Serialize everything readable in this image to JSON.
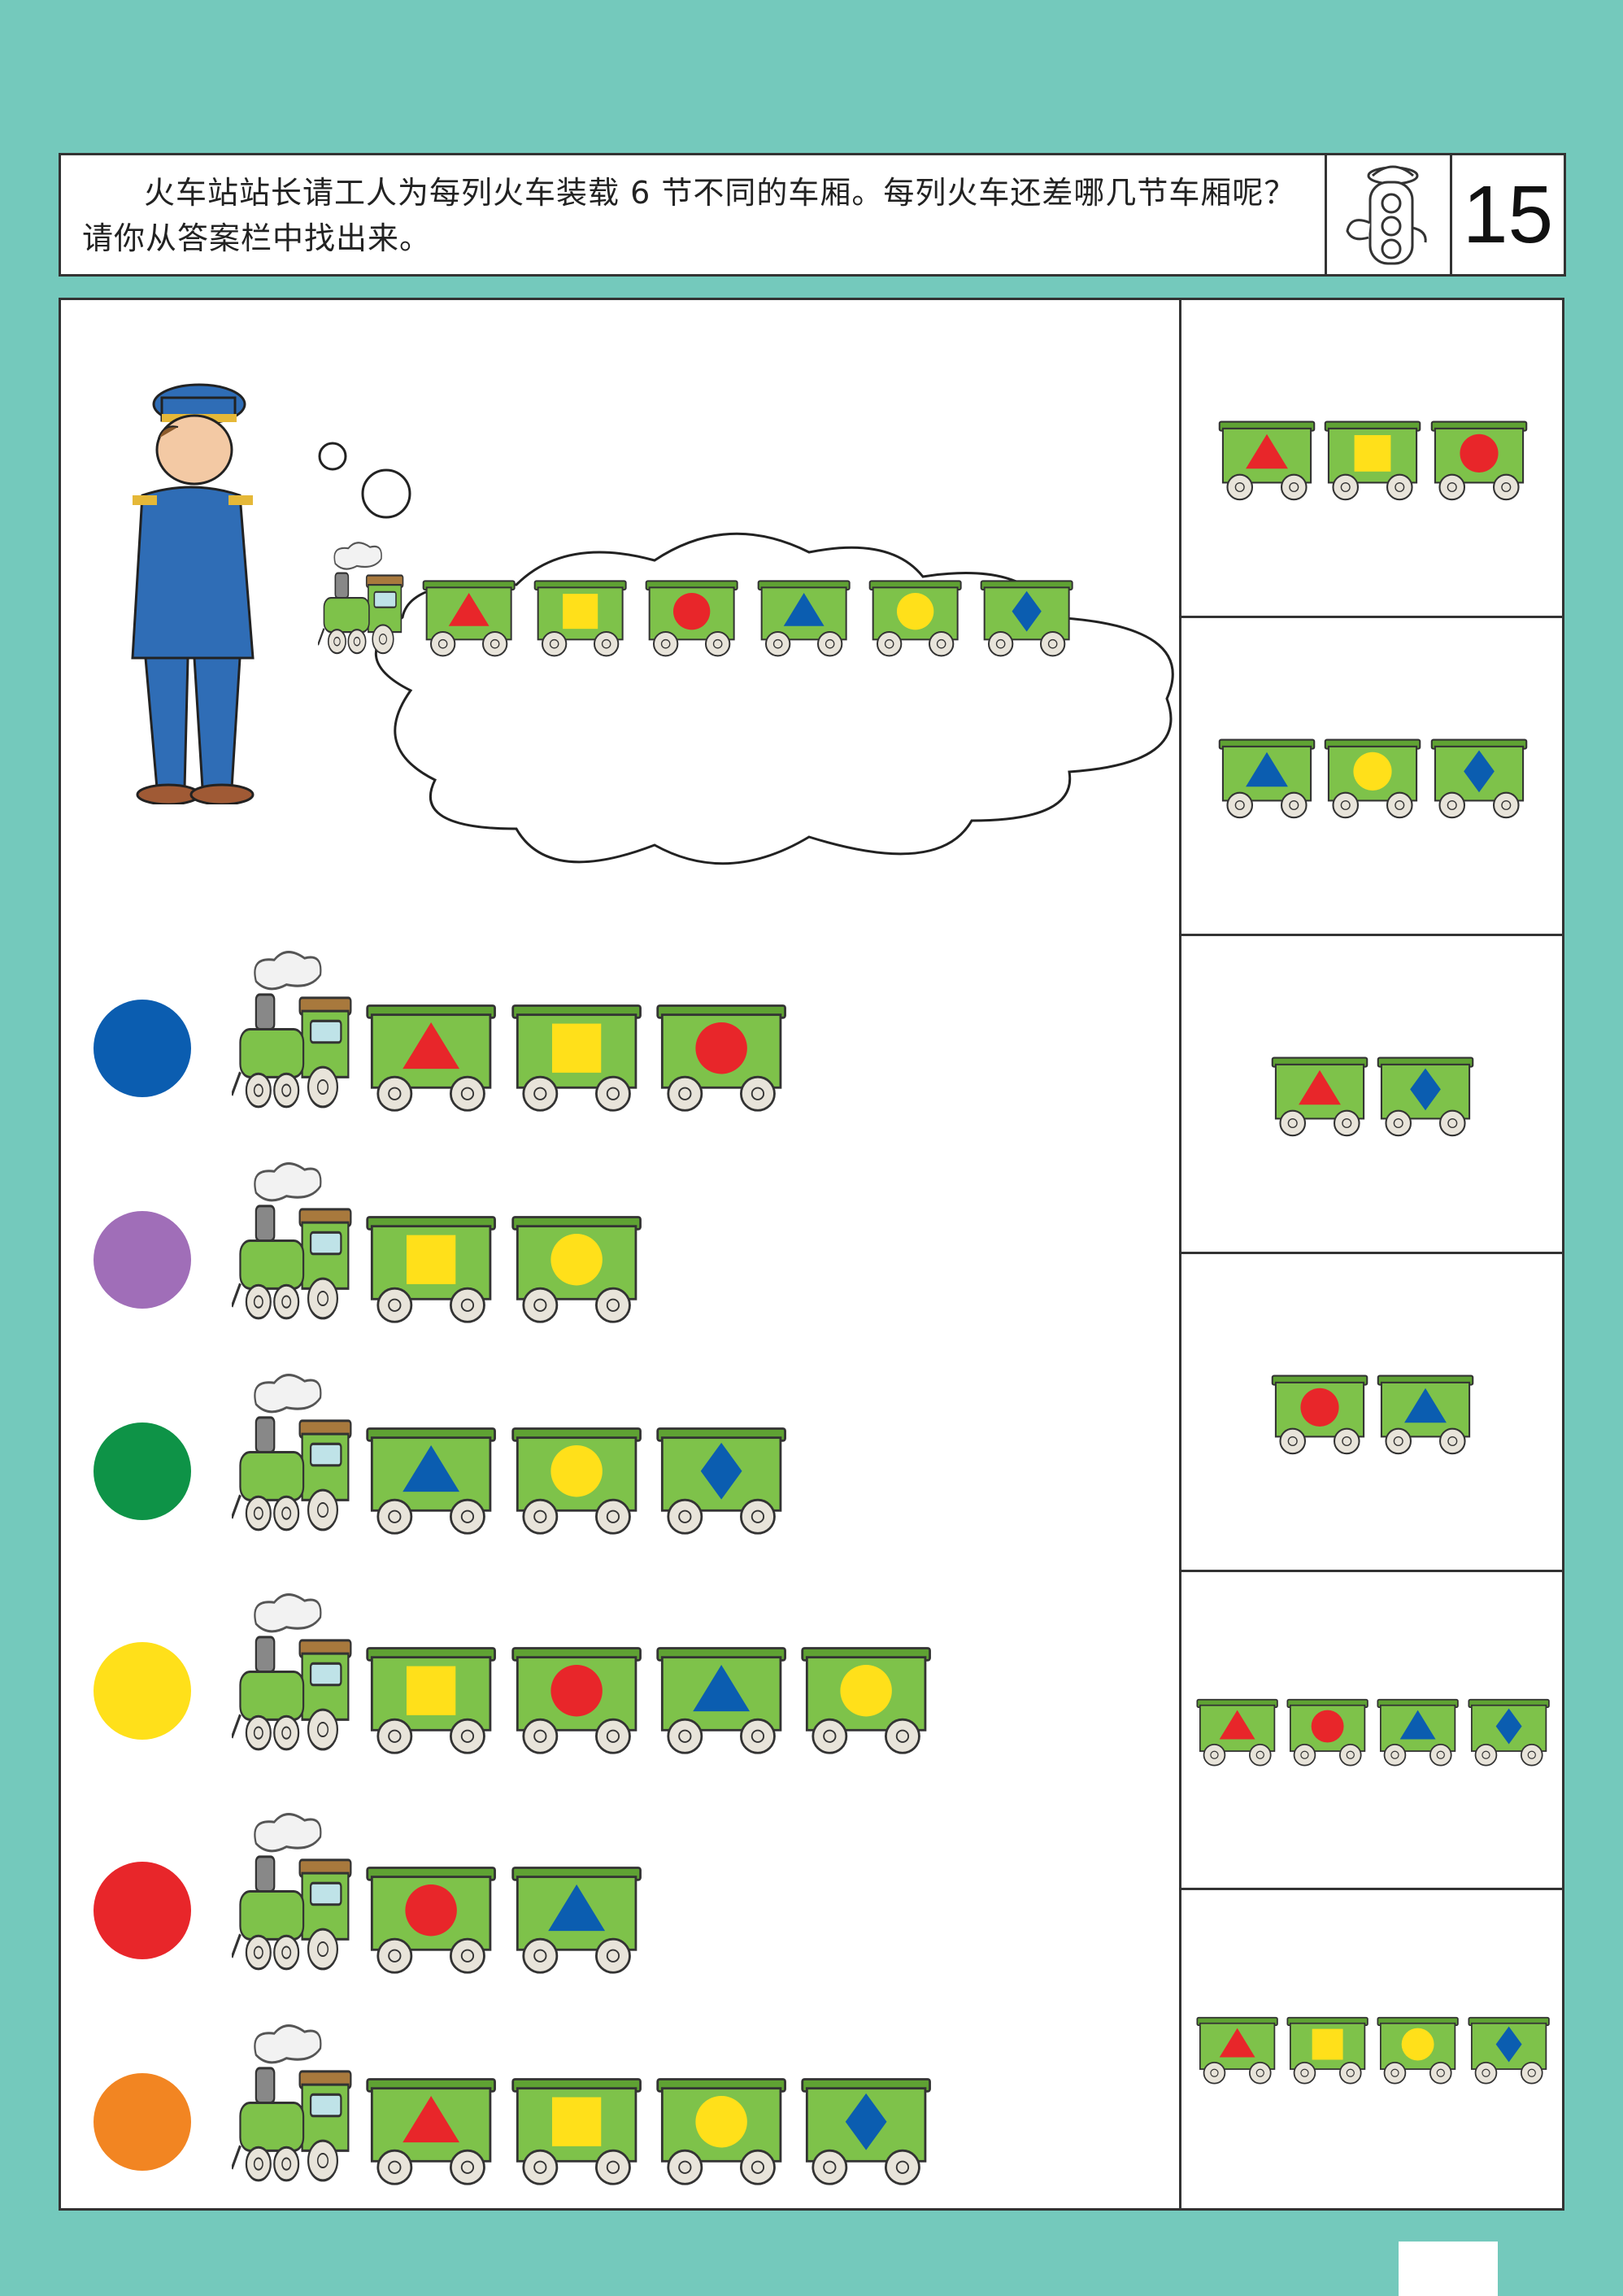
{
  "header": {
    "instruction": "火车站站长请工人为每列火车装载 6 节不同的车厢。每列火车还差哪几节车厢呢？请你从答案栏中找出来。",
    "page_number": "15",
    "icon": "traffic-light-mascot-icon"
  },
  "colors": {
    "background": "#74C9BC",
    "car_green": "#7EC24A",
    "red": "#E8262A",
    "yellow": "#FFE01A",
    "blue": "#0B5DB0"
  },
  "illustration": {
    "stationmaster": "stationmaster-icon",
    "thought_train": [
      "triangle-red",
      "square-yellow",
      "circle-red",
      "triangle-blue",
      "circle-yellow",
      "diamond-blue"
    ]
  },
  "trains": [
    {
      "dot_color": "#0B5DB0",
      "cars": [
        "triangle-red",
        "square-yellow",
        "circle-red"
      ]
    },
    {
      "dot_color": "#A06EB8",
      "cars": [
        "square-yellow",
        "circle-yellow"
      ]
    },
    {
      "dot_color": "#0E9347",
      "cars": [
        "triangle-blue",
        "circle-yellow",
        "diamond-blue"
      ]
    },
    {
      "dot_color": "#FFE01A",
      "cars": [
        "square-yellow",
        "circle-red",
        "triangle-blue",
        "circle-yellow"
      ]
    },
    {
      "dot_color": "#E8262A",
      "cars": [
        "circle-red",
        "triangle-blue"
      ]
    },
    {
      "dot_color": "#F28522",
      "cars": [
        "triangle-red",
        "square-yellow",
        "circle-yellow",
        "diamond-blue"
      ]
    }
  ],
  "answers": [
    {
      "cars": [
        "triangle-red",
        "square-yellow",
        "circle-red"
      ]
    },
    {
      "cars": [
        "triangle-blue",
        "circle-yellow",
        "diamond-blue"
      ]
    },
    {
      "cars": [
        "triangle-red",
        "diamond-blue"
      ]
    },
    {
      "cars": [
        "circle-red",
        "triangle-blue"
      ]
    },
    {
      "cars": [
        "triangle-red",
        "circle-red",
        "triangle-blue",
        "diamond-blue"
      ]
    },
    {
      "cars": [
        "triangle-red",
        "square-yellow",
        "circle-yellow",
        "diamond-blue"
      ]
    }
  ]
}
